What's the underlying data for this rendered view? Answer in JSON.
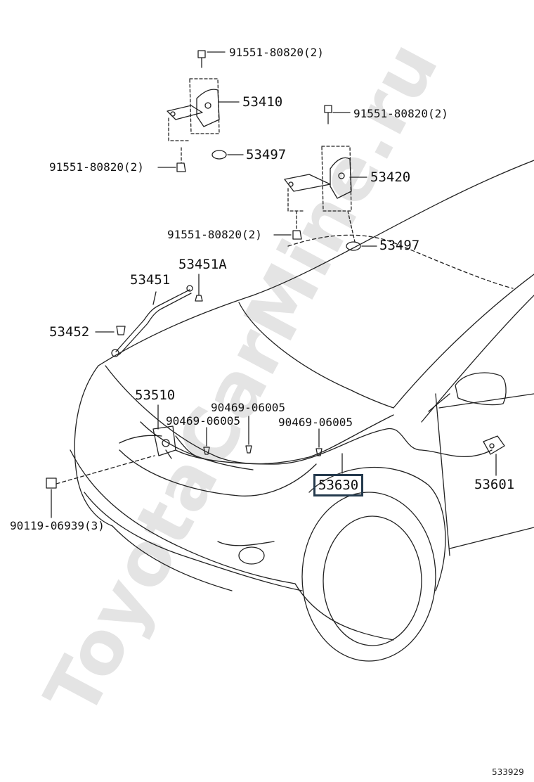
{
  "watermark": "ToyotaCarMine.ru",
  "diagram_id": "533929",
  "callouts": {
    "bolt_top_hinge_left": "91551-80820(2)",
    "hinge_left": "53410",
    "washer_left": "53497",
    "bolt_lower_hinge_left": "91551-80820(2)",
    "bolt_top_hinge_right": "91551-80820(2)",
    "hinge_right": "53420",
    "bolt_lower_hinge_right": "91551-80820(2)",
    "washer_right": "53497",
    "clip_support_rod": "53451A",
    "support_rod": "53451",
    "rod_holder": "53452",
    "hood_lock": "53510",
    "clip_a": "90469-06005",
    "clip_b": "90469-06005",
    "clip_c": "90469-06005",
    "release_cable": "53630",
    "release_lever": "53601",
    "lock_bolt": "90119-06939(3)"
  },
  "highlighted_part": "53630"
}
